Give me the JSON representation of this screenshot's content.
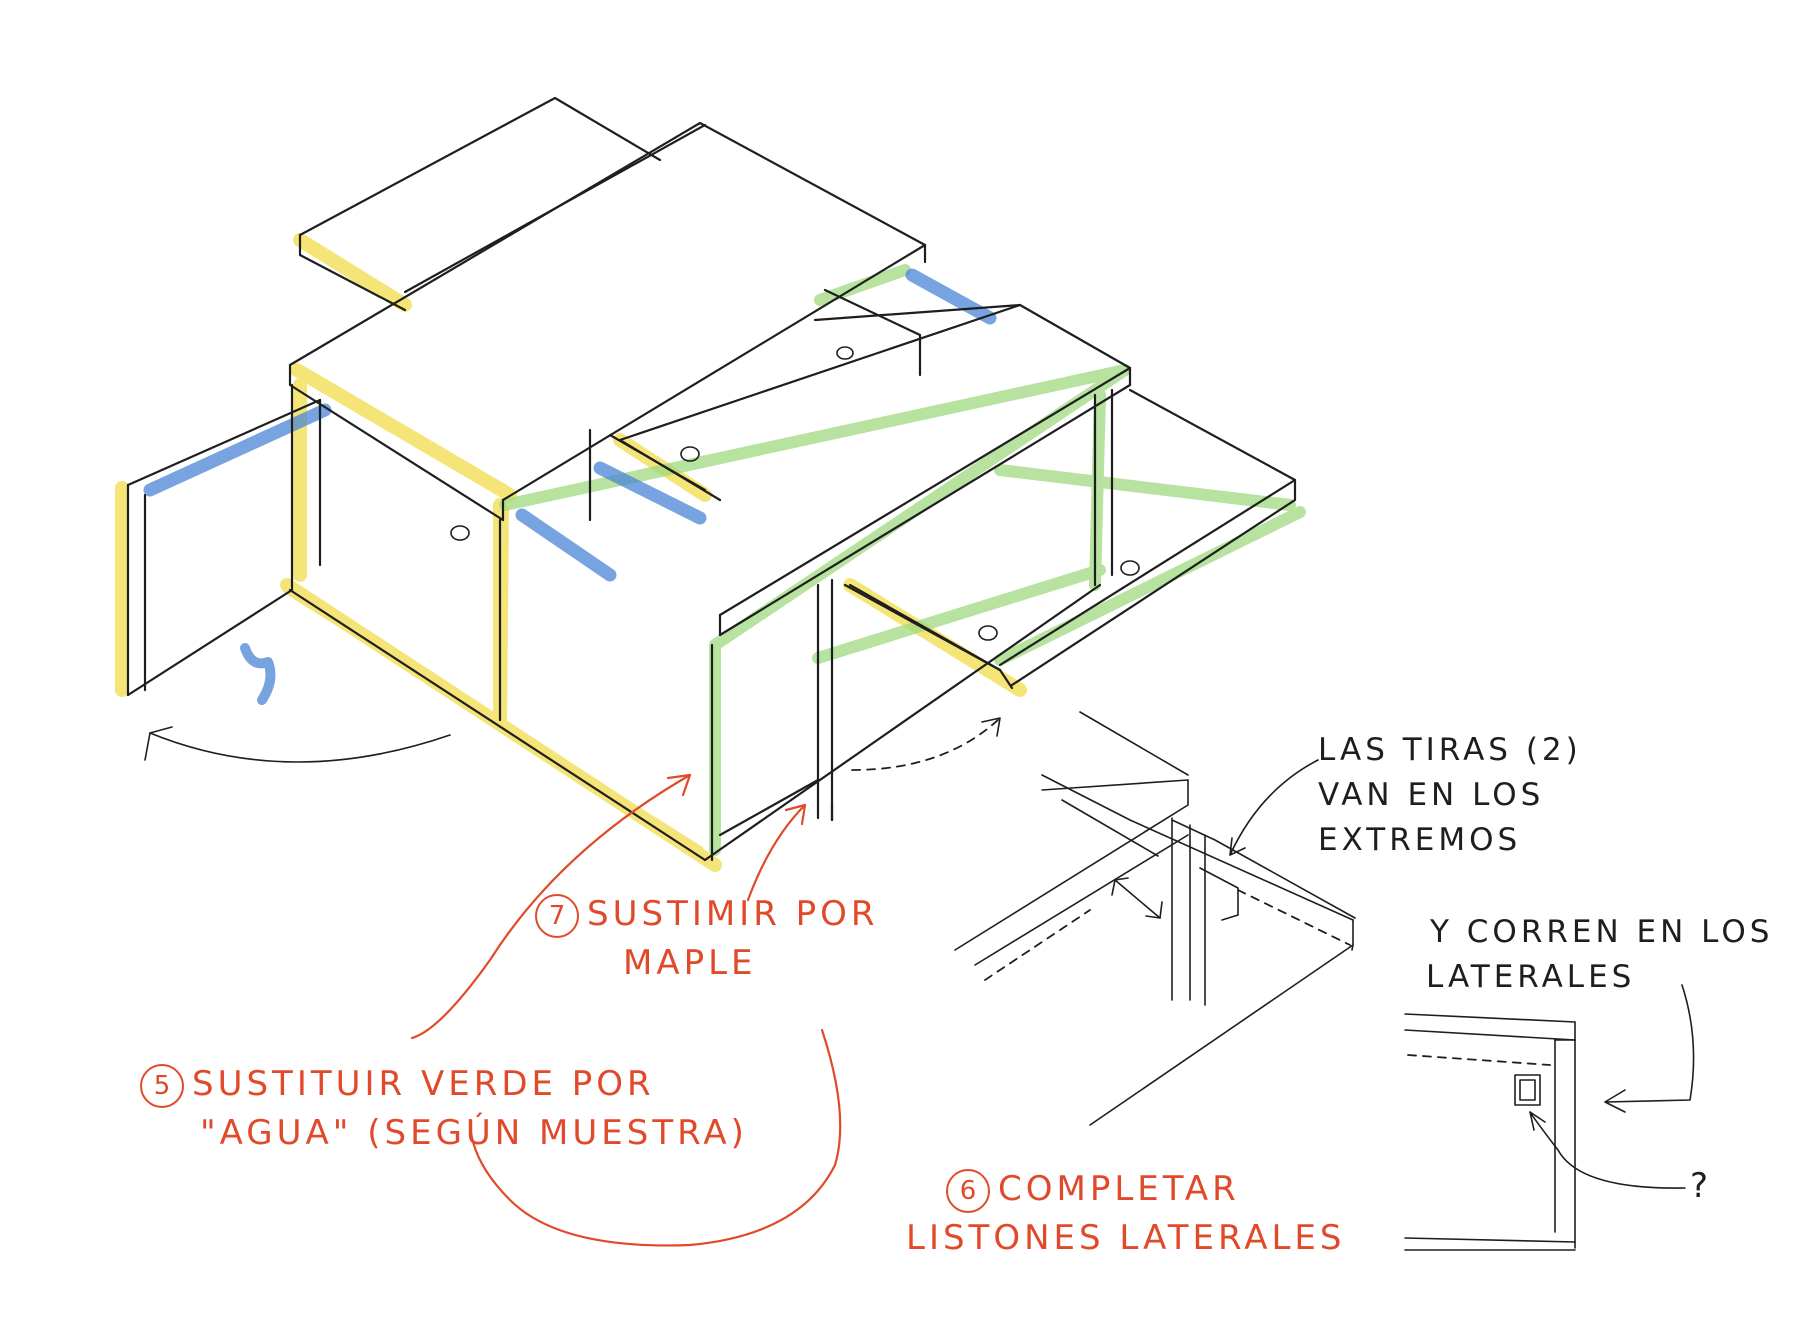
{
  "colors": {
    "ink": "#1e1e1e",
    "red": "#e04a2a",
    "yellow": "#f2dc4a",
    "green": "#9fd97f",
    "blue": "#4a86d6"
  },
  "annotations": {
    "tiras": [
      "LAS TIRAS (2)",
      "VAN EN LOS",
      "EXTREMOS"
    ],
    "laterales": [
      "Y CORREN EN LOS",
      "LATERALES"
    ],
    "question": "?",
    "note7": {
      "number": "7",
      "lines": [
        "SUSTIMIR POR",
        "MAPLE"
      ]
    },
    "note5": {
      "number": "5",
      "lines": [
        "SUSTITUIR VERDE POR",
        "\"AGUA\" (SEGÚN MUESTRA)"
      ]
    },
    "note6": {
      "number": "6",
      "lines": [
        "COMPLETAR",
        "LISTONES LATERALES"
      ]
    }
  }
}
